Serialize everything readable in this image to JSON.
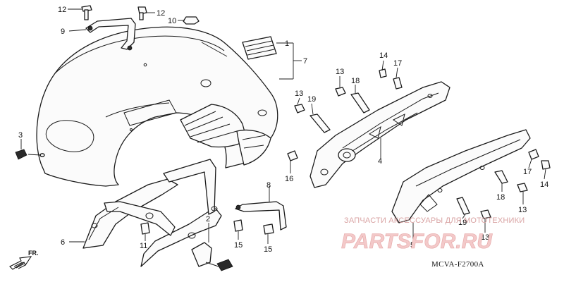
{
  "diagram": {
    "callouts": [
      {
        "id": "c12a",
        "text": "12"
      },
      {
        "id": "c12b",
        "text": "12"
      },
      {
        "id": "c10",
        "text": "10"
      },
      {
        "id": "c9",
        "text": "9"
      },
      {
        "id": "c1",
        "text": "1"
      },
      {
        "id": "c7",
        "text": "7"
      },
      {
        "id": "c14a",
        "text": "14"
      },
      {
        "id": "c13a",
        "text": "13"
      },
      {
        "id": "c18a",
        "text": "18"
      },
      {
        "id": "c17a",
        "text": "17"
      },
      {
        "id": "c13b",
        "text": "13"
      },
      {
        "id": "c19a",
        "text": "19"
      },
      {
        "id": "c3",
        "text": "3"
      },
      {
        "id": "c4",
        "text": "4"
      },
      {
        "id": "c16",
        "text": "16"
      },
      {
        "id": "c17b",
        "text": "17"
      },
      {
        "id": "c14b",
        "text": "14"
      },
      {
        "id": "c18b",
        "text": "18"
      },
      {
        "id": "c13c",
        "text": "13"
      },
      {
        "id": "c8",
        "text": "8"
      },
      {
        "id": "c2",
        "text": "2"
      },
      {
        "id": "c6",
        "text": "6"
      },
      {
        "id": "c11",
        "text": "11"
      },
      {
        "id": "c15a",
        "text": "15"
      },
      {
        "id": "c15b",
        "text": "15"
      },
      {
        "id": "c19b",
        "text": "19"
      },
      {
        "id": "c13d",
        "text": "13"
      },
      {
        "id": "c5",
        "text": "5"
      }
    ],
    "front_indicator": "FR.",
    "diagram_code": "MCVA-F2700A"
  },
  "watermark": {
    "tagline": "ЗАПЧАСТИ АКСЕССУАРЫ ДЛЯ МОТОТЕХНИКИ",
    "brand": "PARTSFOR.RU",
    "color": "#e6a7a7"
  }
}
